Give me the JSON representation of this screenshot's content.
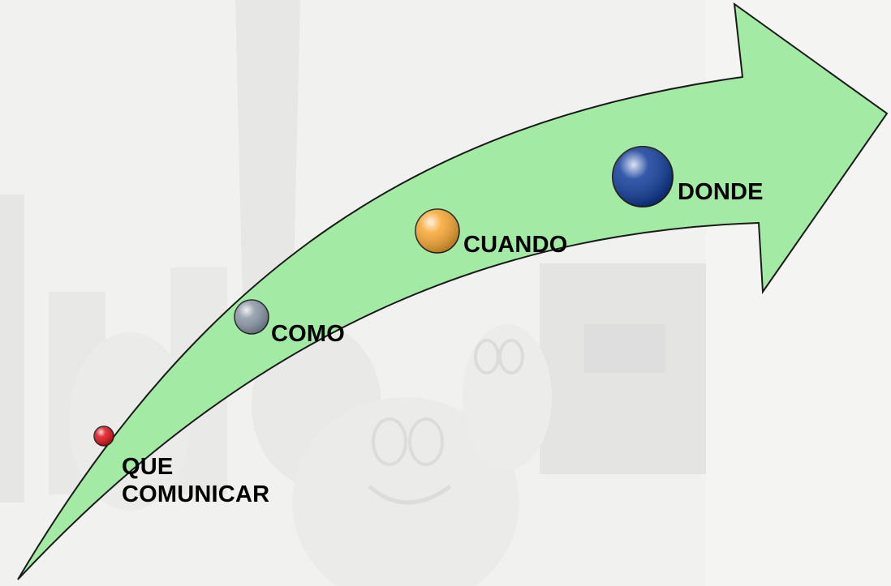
{
  "diagram": {
    "arrow_fill": "#a3eba4",
    "arrow_stroke": "#1a1a1a",
    "background_color": "#f1f1f0",
    "steps": [
      {
        "label": "QUE\nCOMUNICAR",
        "color": "#e0101a",
        "icon": "red-dot-icon"
      },
      {
        "label": "COMO",
        "color": "#8a97a6",
        "icon": "gray-dot-icon"
      },
      {
        "label": "CUANDO",
        "color": "#f7a531",
        "icon": "orange-dot-icon"
      },
      {
        "label": "DONDE",
        "color": "#113c9a",
        "icon": "blue-dot-icon"
      }
    ]
  }
}
